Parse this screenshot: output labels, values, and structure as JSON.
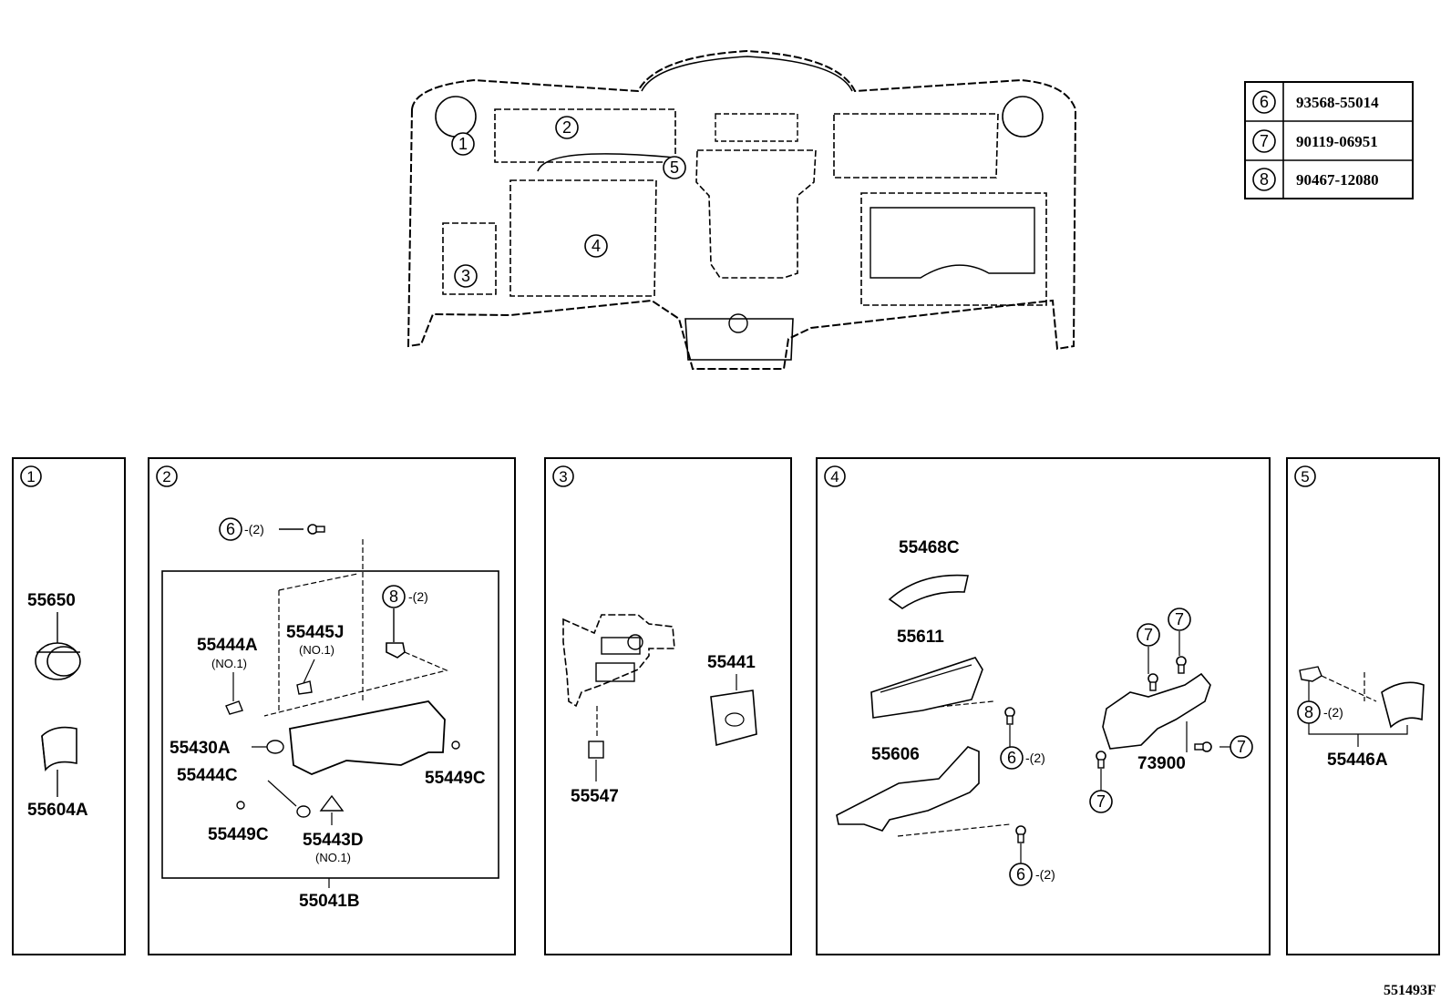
{
  "callouts": [
    "1",
    "2",
    "3",
    "4",
    "5",
    "6",
    "7",
    "8"
  ],
  "fastener_table": [
    {
      "key": "6",
      "part": "93568-55014"
    },
    {
      "key": "7",
      "part": "90119-06951"
    },
    {
      "key": "8",
      "part": "90467-12080"
    }
  ],
  "panel1": {
    "parts": [
      "55650",
      "55604A"
    ]
  },
  "panel2": {
    "screw_qty": "-(2)",
    "clip_qty": "-(2)",
    "parts": {
      "p55444A": "55444A",
      "p55444A_note": "(NO.1)",
      "p55445J": "55445J",
      "p55445J_note": "(NO.1)",
      "p55430A": "55430A",
      "p55444C": "55444C",
      "p55449C_right": "55449C",
      "p55449C_left": "55449C",
      "p55443D": "55443D",
      "p55443D_note": "(NO.1)",
      "assembly": "55041B"
    }
  },
  "panel3": {
    "parts": [
      "55441",
      "55547"
    ]
  },
  "panel4": {
    "parts": {
      "p55468C": "55468C",
      "p55611": "55611",
      "p55606": "55606",
      "p73900": "73900"
    },
    "qty_a": "-(2)",
    "qty_b": "-(2)"
  },
  "panel5": {
    "qty": "-(2)",
    "parts": [
      "55446A"
    ]
  },
  "diagram_id": "551493F"
}
